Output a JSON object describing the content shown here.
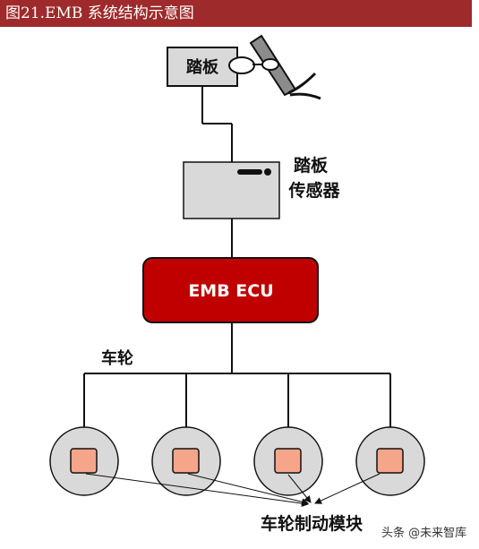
{
  "title": "图21.EMB 系统结构示意图",
  "pedal_label": "踏板",
  "pedal_sensor_label": [
    "踏板",
    "传感器"
  ],
  "ecu_label": "EMB ECU",
  "wheel_label": "车轮",
  "brake_module_label": "车轮制动模块",
  "watermark": "头条 @未来智库",
  "colors": {
    "title_bg": "#9e2a2b",
    "ecu_fill": "#c00000",
    "wheel_fill": "#d9d9d9",
    "module_fill": "#f4a58a",
    "box_fill": "#d9d9d9"
  }
}
